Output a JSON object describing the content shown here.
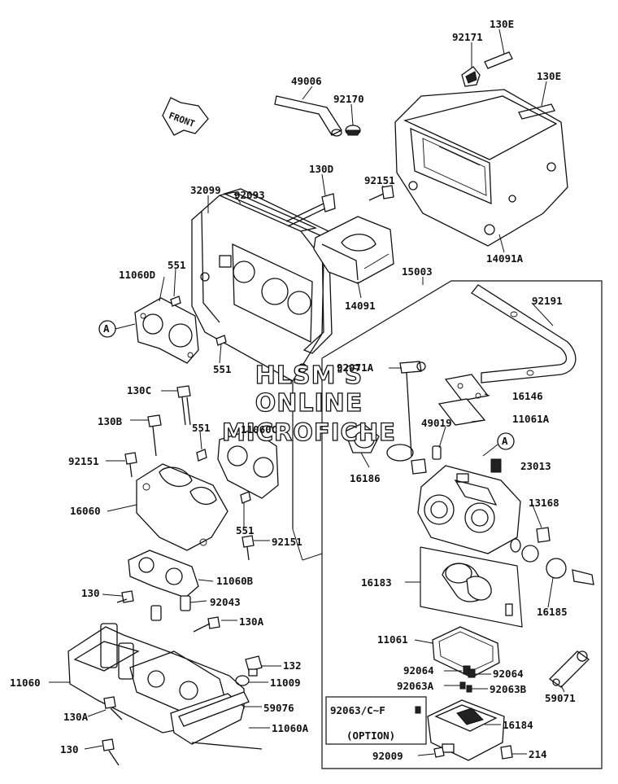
{
  "watermark": {
    "line1": "HLSM'S",
    "line2": "ONLINE",
    "line3": "MICROFICHE"
  },
  "front_arrow_label": "FRONT",
  "option_box": {
    "part": "92063/C~F",
    "note": "(OPTION)"
  },
  "callouts": {
    "A": "A",
    "p130E_1": "130E",
    "p92171": "92171",
    "p130E_2": "130E",
    "p49006": "49006",
    "p92170": "92170",
    "p130D": "130D",
    "p92151_top": "92151",
    "p32099": "32099",
    "p92093": "92093",
    "p551_a": "551",
    "p11060D": "11060D",
    "p14091A": "14091A",
    "p14091": "14091",
    "p15003": "15003",
    "p92191": "92191",
    "p551_b": "551",
    "p92071A": "92071A",
    "p16146": "16146",
    "p130C": "130C",
    "p130B": "130B",
    "p551_c": "551",
    "p11060C": "11060C",
    "p49019": "49019",
    "p11061A": "11061A",
    "p92151_left": "92151",
    "p16186": "16186",
    "p23013": "23013",
    "p16060": "16060",
    "p13168": "13168",
    "p551_d": "551",
    "p92151_mid": "92151",
    "p16183": "16183",
    "p11060B": "11060B",
    "p16185": "16185",
    "p130_a": "130",
    "p92043": "92043",
    "p130A_a": "130A",
    "p11061": "11061",
    "p132": "132",
    "p92064_a": "92064",
    "p92064_b": "92064",
    "p11009": "11009",
    "p11060": "11060",
    "p92063A": "92063A",
    "p92063B": "92063B",
    "p59071": "59071",
    "p59076": "59076",
    "p130A_b": "130A",
    "p16184": "16184",
    "p11060A": "11060A",
    "p130_b": "130",
    "p92009": "92009",
    "p214": "214"
  }
}
